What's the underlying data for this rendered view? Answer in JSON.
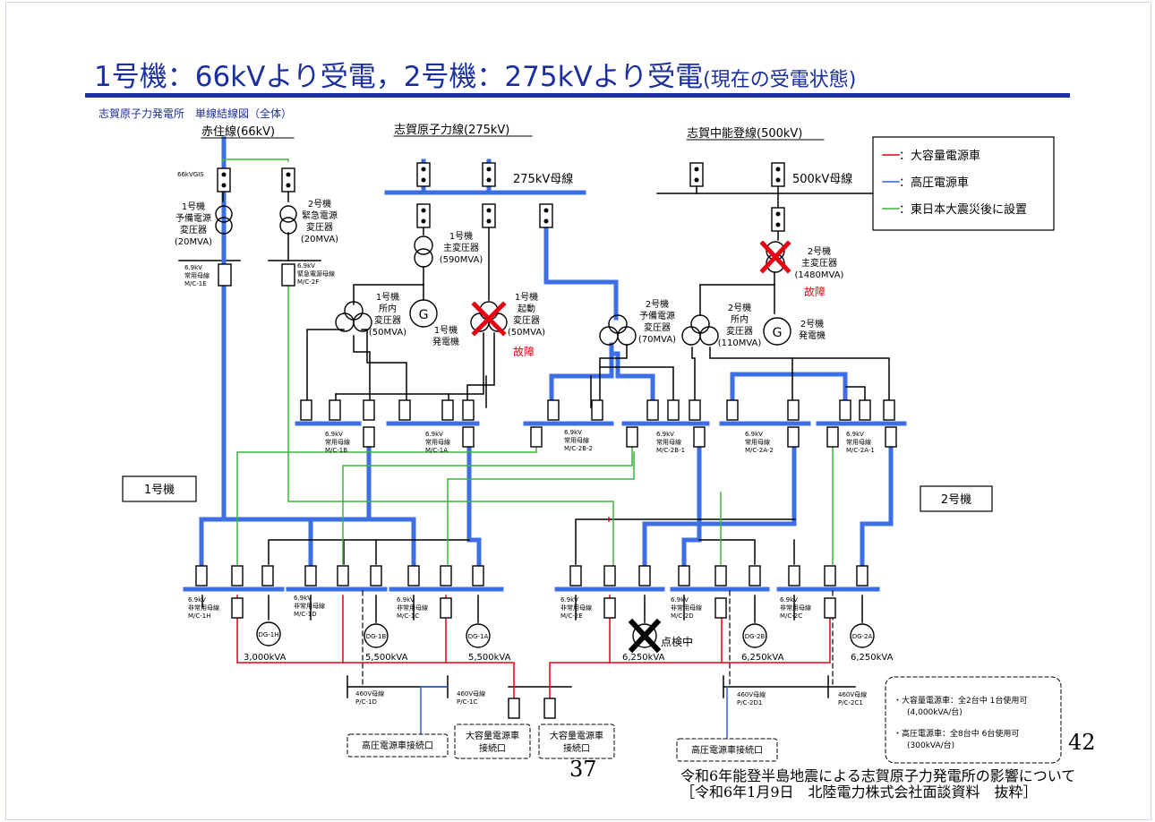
{
  "header": {
    "title": "1号機：66kVより受電，2号機：275kVより受電",
    "subtitle": "(現在の受電状態)"
  },
  "diagram_caption": "志賀原子力発電所　単線結線図（全体）",
  "lines": {
    "akasumi": "赤住線(66kV)",
    "shika": "志賀原子力線(275kV)",
    "chuno": "志賀中能登線(500kV)"
  },
  "buses": {
    "b275": "275kV母線",
    "b500": "500kV母線"
  },
  "gis": "66kVGIS",
  "legend": {
    "items": [
      {
        "label": "：大容量電源車",
        "color": "#e60012"
      },
      {
        "label": "：高圧電源車",
        "color": "#2f5fd8"
      },
      {
        "label": "：東日本大震災後に設置",
        "color": "#3cb43c"
      }
    ]
  },
  "transformers": {
    "u1_backup": [
      "1号機",
      "予備電源",
      "変圧器",
      "(20MVA)"
    ],
    "u2_emerg": [
      "2号機",
      "緊急電源",
      "変圧器",
      "(20MVA)"
    ],
    "u1_main": [
      "1号機",
      "主変圧器",
      "(590MVA)"
    ],
    "u1_house": [
      "1号機",
      "所内",
      "変圧器",
      "(50MVA)"
    ],
    "u1_start": [
      "1号機",
      "起動",
      "変圧器",
      "(50MVA)"
    ],
    "u1_gen": [
      "1号機",
      "発電機"
    ],
    "u2_backup": [
      "2号機",
      "予備電源",
      "変圧器",
      "(70MVA)"
    ],
    "u2_main": [
      "2号機",
      "主変圧器",
      "(1480MVA)"
    ],
    "u2_house": [
      "2号機",
      "所内",
      "変圧器",
      "(110MVA)"
    ],
    "u2_gen": [
      "2号機",
      "発電機"
    ]
  },
  "generator_glyph": "G",
  "fault_label": "故障",
  "inspection_label": "点検中",
  "bus_labels": {
    "m1e": [
      "6.9kV",
      "常用母線",
      "M/C-1E"
    ],
    "m2f": [
      "6.9kV",
      "緊急電源母線",
      "M/C-2F"
    ],
    "m1b": [
      "6.9kV",
      "常用母線",
      "M/C-1B"
    ],
    "m1a": [
      "6.9kV",
      "常用母線",
      "M/C-1A"
    ],
    "m2b2": [
      "6.9kV",
      "常用母線",
      "M/C-2B-2"
    ],
    "m2b1": [
      "6.9kV",
      "常用母線",
      "M/C-2B-1"
    ],
    "m2a2": [
      "6.9kV",
      "常用母線",
      "M/C-2A-2"
    ],
    "m2a1": [
      "6.9kV",
      "常用母線",
      "M/C-2A-1"
    ],
    "m1h": [
      "6.9kV",
      "非常用母線",
      "M/C-1H"
    ],
    "m1d": [
      "6.9kV",
      "非常用母線",
      "M/C-1D"
    ],
    "m1c": [
      "6.9kV",
      "非常用母線",
      "M/C-1C"
    ],
    "m2e": [
      "6.9kV",
      "非常用母線",
      "M/C-2E"
    ],
    "m2d": [
      "6.9kV",
      "非常用母線",
      "M/C-2D"
    ],
    "m2c": [
      "6.9kV",
      "非常用母線",
      "M/C-2C"
    ]
  },
  "units": {
    "u1": "1号機",
    "u2": "2号機"
  },
  "dg": {
    "d1h": "DG-1H",
    "d1b": "DG-1B",
    "d1a": "DG-1A",
    "d2b": "DG-2B",
    "d2a": "DG-2A"
  },
  "capacities": {
    "c1": "3,000kVA",
    "c2": "5,500kVA",
    "c3": "5,500kVA",
    "c4": "6,250kVA",
    "c5": "6,250kVA",
    "c6": "6,250kVA"
  },
  "pc_buses": {
    "p1d": [
      "460V母線",
      "P/C-1D"
    ],
    "p1c": [
      "460V母線",
      "P/C-1C"
    ],
    "p2d1": [
      "460V母線",
      "P/C-2D1"
    ],
    "p2c1": [
      "460V母線",
      "P/C-2C1"
    ]
  },
  "connection_points": {
    "hv1": "高圧電源車接続口",
    "lg1": [
      "大容量電源車",
      "接続口"
    ],
    "lg2": [
      "大容量電源車",
      "接続口"
    ],
    "hv2": "高圧電源車接続口"
  },
  "availability": {
    "large": [
      "・大容量電源車：全2台中 1台使用可",
      "(4,000kVA/台)"
    ],
    "hv": [
      "・高圧電源車：全8台中 6台使用可",
      "(300kVA/台)"
    ]
  },
  "page_numbers": {
    "left": "37",
    "right": "42"
  },
  "source": [
    "令和6年能登半島地震による志賀原子力発電所の影響について",
    "［令和6年1月9日　北陸電力株式会社面談資料　抜粋］"
  ]
}
